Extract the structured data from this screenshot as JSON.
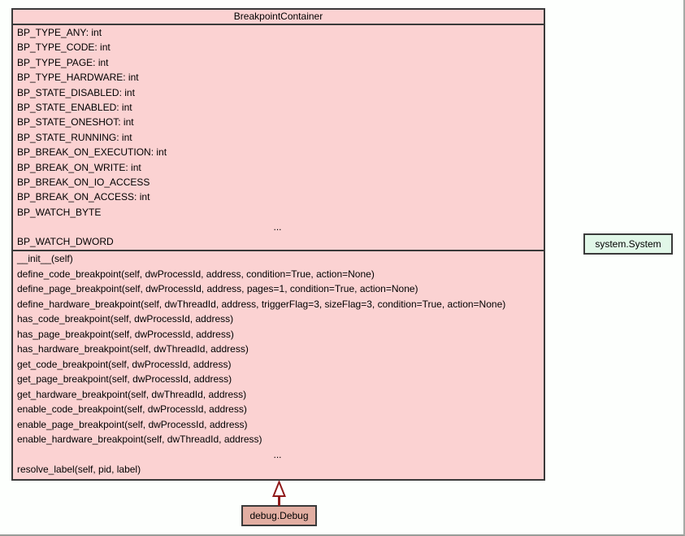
{
  "diagram": {
    "type": "uml-class-diagram",
    "main_class": {
      "title": "BreakpointContainer",
      "fill_color": "#fbd2d2",
      "attributes": [
        "BP_TYPE_ANY: int",
        "BP_TYPE_CODE: int",
        "BP_TYPE_PAGE: int",
        "BP_TYPE_HARDWARE: int",
        "BP_STATE_DISABLED: int",
        "BP_STATE_ENABLED: int",
        "BP_STATE_ONESHOT: int",
        "BP_STATE_RUNNING: int",
        "BP_BREAK_ON_EXECUTION: int",
        "BP_BREAK_ON_WRITE: int",
        "BP_BREAK_ON_IO_ACCESS",
        "BP_BREAK_ON_ACCESS: int",
        "BP_WATCH_BYTE",
        "...",
        "BP_WATCH_DWORD"
      ],
      "methods": [
        "__init__(self)",
        "define_code_breakpoint(self, dwProcessId, address, condition=True, action=None)",
        "define_page_breakpoint(self, dwProcessId, address, pages=1, condition=True, action=None)",
        "define_hardware_breakpoint(self, dwThreadId, address, triggerFlag=3, sizeFlag=3, condition=True, action=None)",
        "has_code_breakpoint(self, dwProcessId, address)",
        "has_page_breakpoint(self, dwProcessId, address)",
        "has_hardware_breakpoint(self, dwThreadId, address)",
        "get_code_breakpoint(self, dwProcessId, address)",
        "get_page_breakpoint(self, dwProcessId, address)",
        "get_hardware_breakpoint(self, dwThreadId, address)",
        "enable_code_breakpoint(self, dwProcessId, address)",
        "enable_page_breakpoint(self, dwProcessId, address)",
        "enable_hardware_breakpoint(self, dwThreadId, address)",
        "...",
        "resolve_label(self, pid, label)"
      ]
    },
    "system_class": {
      "title": "system.System",
      "fill_color": "#e1f7e8"
    },
    "debug_class": {
      "title": "debug.Debug",
      "fill_color": "#e2aea2"
    },
    "relation": {
      "kind": "inheritance",
      "from": "debug.Debug",
      "to": "BreakpointContainer",
      "arrow_color": "#8f1a1a"
    }
  }
}
